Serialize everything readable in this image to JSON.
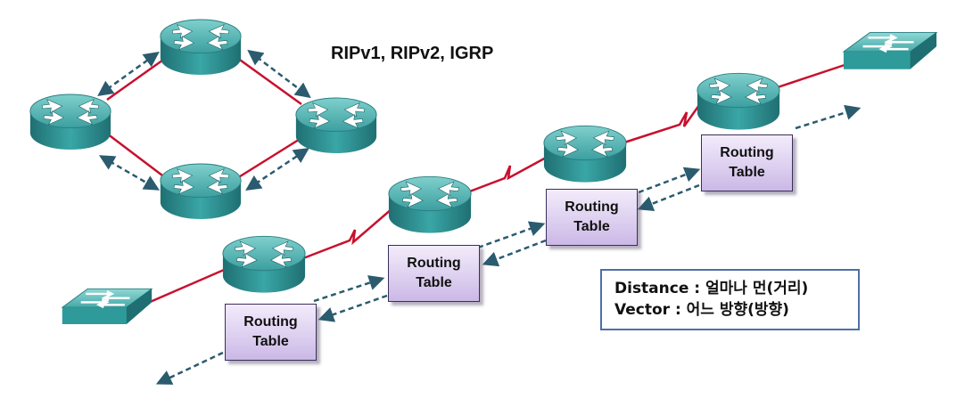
{
  "heading": "RIPv1, RIPv2, IGRP",
  "routing_tables": [
    {
      "line1": "Routing",
      "line2": "Table"
    },
    {
      "line1": "Routing",
      "line2": "Table"
    },
    {
      "line1": "Routing",
      "line2": "Table"
    },
    {
      "line1": "Routing",
      "line2": "Table"
    }
  ],
  "legend": {
    "distance": "Distance : 얼마나 먼(거리)",
    "vector": "Vector : 어느 방향(방향)"
  },
  "colors": {
    "router_body": "#2a8c8f",
    "router_top": "#4fb7b5",
    "link": "#c8102e",
    "exchange_arrow": "#2b5b6e",
    "legend_border": "#4f6fa8",
    "table_fill": "#ddd0f0"
  },
  "icons": [
    "router-icon",
    "switch-icon"
  ]
}
